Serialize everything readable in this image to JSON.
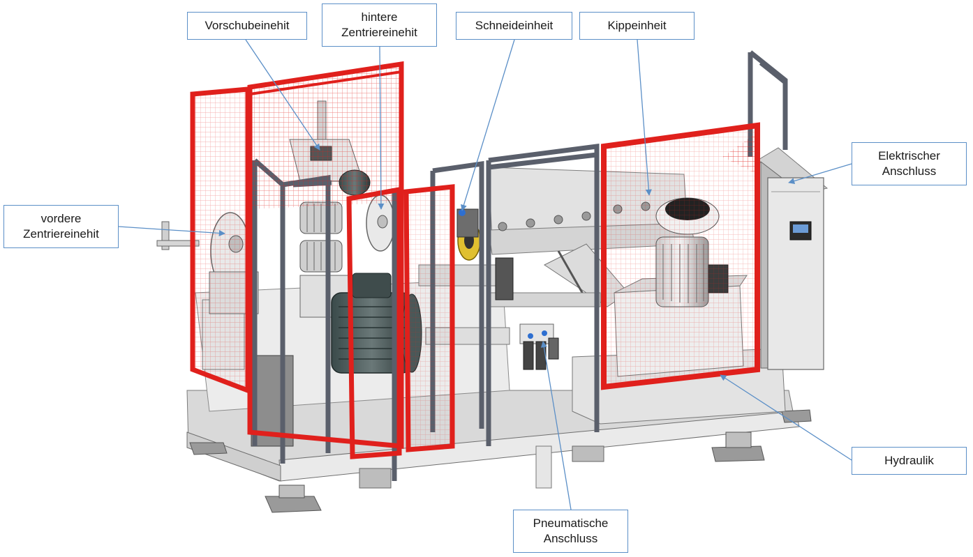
{
  "labels": {
    "vorschub": "Vorschubeinehit",
    "hintere": "hintere\nZentriereinehit",
    "schneid": "Schneideinheit",
    "kipp": "Kippeinheit",
    "elektr": "Elektrischer\nAnschluss",
    "vordere": "vordere\nZentriereinehit",
    "hydraulik": "Hydraulik",
    "pneum": "Pneumatische\nAnschluss"
  },
  "colors": {
    "guard_red": "#e0201c",
    "frame_gray": "#5a5f6b",
    "machine_light": "#e6e6e6",
    "leader_blue": "#5b8fc7"
  }
}
